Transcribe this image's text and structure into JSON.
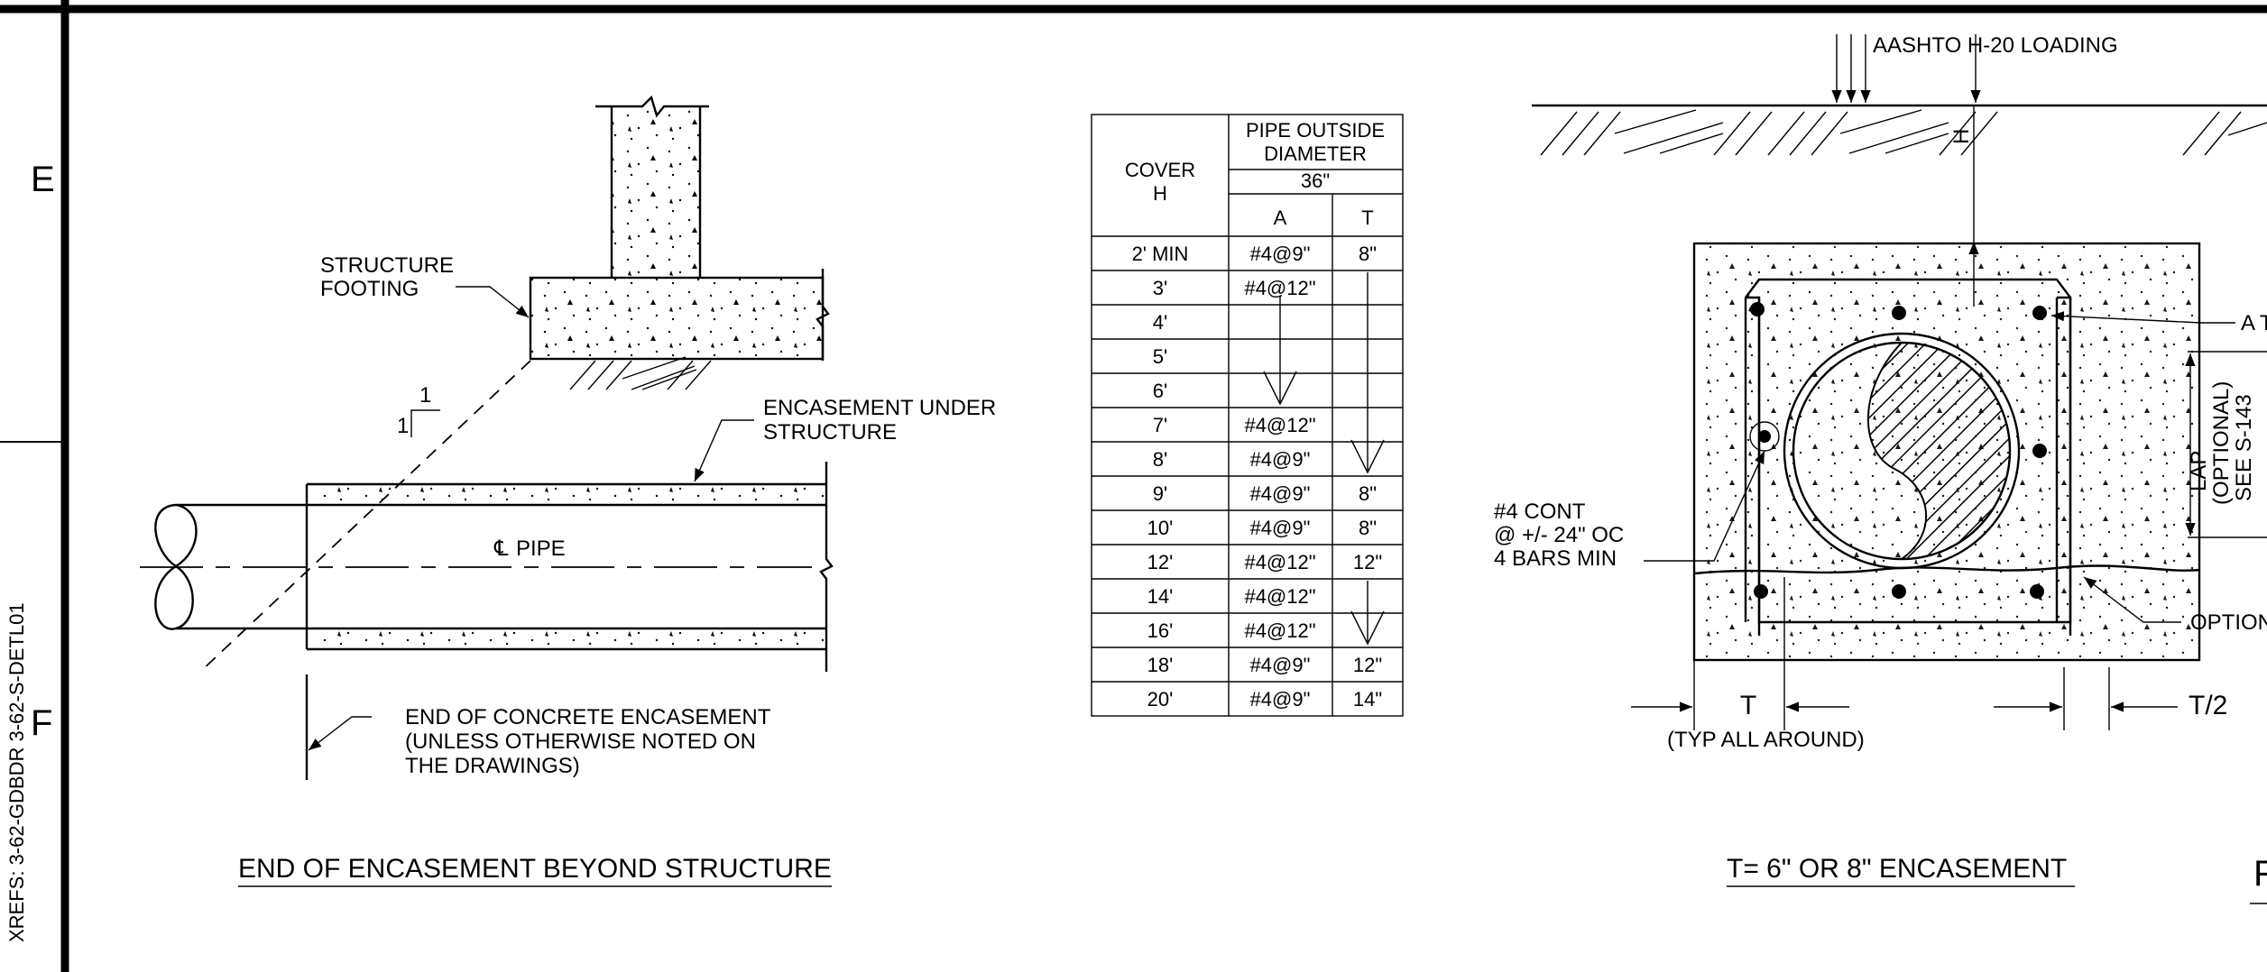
{
  "border": {
    "zone_e": "E",
    "zone_f": "F",
    "xrefs": "XREFS: 3-62-GDBDR   3-62-S-DETL01"
  },
  "left_detail": {
    "title": "END OF ENCASEMENT BEYOND STRUCTURE",
    "structure_footing": [
      "STRUCTURE",
      "FOOTING"
    ],
    "slope": [
      "1",
      "1"
    ],
    "encasement_under": [
      "ENCASEMENT UNDER",
      "STRUCTURE"
    ],
    "pipe_cl": "PIPE",
    "end_note": [
      "END OF CONCRETE ENCASEMENT",
      "(UNLESS OTHERWISE NOTED ON",
      "THE DRAWINGS)"
    ]
  },
  "table": {
    "header_cover": [
      "COVER",
      "H"
    ],
    "header_pipe": [
      "PIPE OUTSIDE",
      "DIAMETER"
    ],
    "header_size": "36\"",
    "header_a": "A",
    "header_t": "T",
    "rows": [
      {
        "cover": "2' MIN",
        "a": "#4@9\"",
        "t": "8\""
      },
      {
        "cover": "3'",
        "a": "#4@12\"",
        "t": ""
      },
      {
        "cover": "4'",
        "a": "",
        "t": ""
      },
      {
        "cover": "5'",
        "a": "",
        "t": ""
      },
      {
        "cover": "6'",
        "a": "",
        "t": ""
      },
      {
        "cover": "7'",
        "a": "#4@12\"",
        "t": ""
      },
      {
        "cover": "8'",
        "a": "#4@9\"",
        "t": ""
      },
      {
        "cover": "9'",
        "a": "#4@9\"",
        "t": "8\""
      },
      {
        "cover": "10'",
        "a": "#4@9\"",
        "t": "8\""
      },
      {
        "cover": "12'",
        "a": "#4@12\"",
        "t": "12\""
      },
      {
        "cover": "14'",
        "a": "#4@12\"",
        "t": ""
      },
      {
        "cover": "16'",
        "a": "#4@12\"",
        "t": ""
      },
      {
        "cover": "18'",
        "a": "#4@9\"",
        "t": "12\""
      },
      {
        "cover": "20'",
        "a": "#4@9\"",
        "t": "14\""
      }
    ]
  },
  "right_detail": {
    "title": "T= 6\" OR 8\" ENCASEMENT",
    "loading": "AASHTO H-20 LOADING",
    "h_label": "H",
    "a_ties": "A TIES",
    "lap": [
      "LAP",
      "(OPTIONAL)",
      "SEE S-143"
    ],
    "cont_bar": [
      "#4 CONT",
      "@ +/- 24\" OC",
      "4 BARS MIN"
    ],
    "optional": "OPTION",
    "t_label": "T",
    "typ": "(TYP ALL AROUND)",
    "t_half": "T/2",
    "next_title_letter": "F"
  }
}
